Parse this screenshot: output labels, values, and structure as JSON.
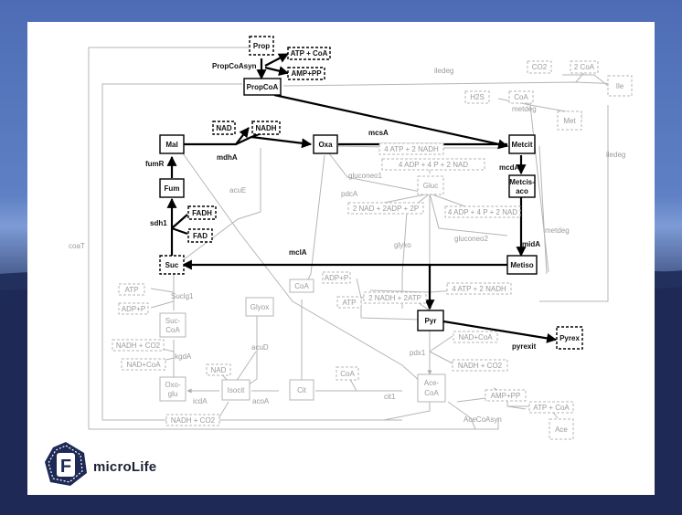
{
  "brand": {
    "name": "microLife",
    "badge_letter": "F",
    "colors": {
      "panel_bg": "#ffffff",
      "active": "#000000",
      "inactive": "#aaaaaa",
      "brand_navy": "#1e2a55"
    }
  },
  "nodes": {
    "prop": "Prop",
    "atp_coa_top": "ATP + CoA",
    "propcoasyn": "PropCoAsyn",
    "amp_pp_top": "AMP+PP",
    "propcoa": "PropCoA",
    "iledeg_top": "iledeg",
    "co2": "CO2",
    "two_coa": "2 CoA",
    "ile": "Ile",
    "h2s": "H2S",
    "coa_met": "CoA",
    "metdeg": "metdeg",
    "met": "Met",
    "nad_mdh": "NAD",
    "nadh_mdh": "NADH",
    "mal": "Mal",
    "oxa": "Oxa",
    "mcsa": "mcsA",
    "metcit": "Metcit",
    "mdha": "mdhA",
    "fumr": "fumR",
    "fum": "Fum",
    "atp2nadh": "4 ATP + 2 NADH",
    "adp2nad_a": "4 ADP + 4 P + 2 NAD",
    "gluconeo1": "gluconeo1",
    "gluc": "Gluc",
    "iledeg_right": "iledeg",
    "mcda": "mcdA",
    "metcisaco_l1": "Metcis-",
    "metcisaco_l2": "aco",
    "fadh": "FADH",
    "sdh1": "sdh1",
    "acue": "acuE",
    "pdca": "pdcA",
    "nad_adp": "2 NAD + 2ADP + 2P",
    "adp2nad_b": "4 ADP + 4 P + 2 NAD",
    "fad": "FAD",
    "metdeg_right": "metdeg",
    "coat": "coaT",
    "glyko": "glyko",
    "gluconeo2": "gluconeo2",
    "mcla": "mclA",
    "mida": "midA",
    "suc": "Suc",
    "metiso": "Metiso",
    "adp_p": "ADP+P",
    "atp_sucl": "ATP",
    "suclg1": "Suclg1",
    "coa_mid": "CoA",
    "atp_gly": "ATP",
    "nadh2atp": "2 NADH + 2ATP",
    "atp2nadh_b": "4 ATP + 2 NADH",
    "adp_pp": "ADP+P",
    "suc_coa_l1": "Suc-",
    "suc_coa_l2": "CoA",
    "glyox": "Glyox",
    "pyr": "Pyr",
    "nadh_co2": "NADH + CO2",
    "nad_coa": "NAD+CoA",
    "pyrexit": "pyrexit",
    "pyrex": "Pyrex",
    "acud": "acuD",
    "pdx1": "pdx1",
    "kgda": "kgdA",
    "nad_coa_b": "NAD+CoA",
    "nadh_co2_b": "NADH + CO2",
    "nad_icd": "NAD",
    "coa_cit": "CoA",
    "oxo_glu_l1": "Oxo-",
    "oxo_glu_l2": "glu",
    "isocit": "Isocit",
    "cit": "Cit",
    "ace_coa_l1": "Ace-",
    "ace_coa_l2": "CoA",
    "amp_pp_b": "AMP+PP",
    "icda": "icdA",
    "acoa": "acoA",
    "cit1": "cit1",
    "atp_coa_b": "ATP + CoA",
    "nadh_co2_c": "NADH + CO2",
    "acecoasyn": "AceCoAsyn",
    "ace": "Ace"
  }
}
